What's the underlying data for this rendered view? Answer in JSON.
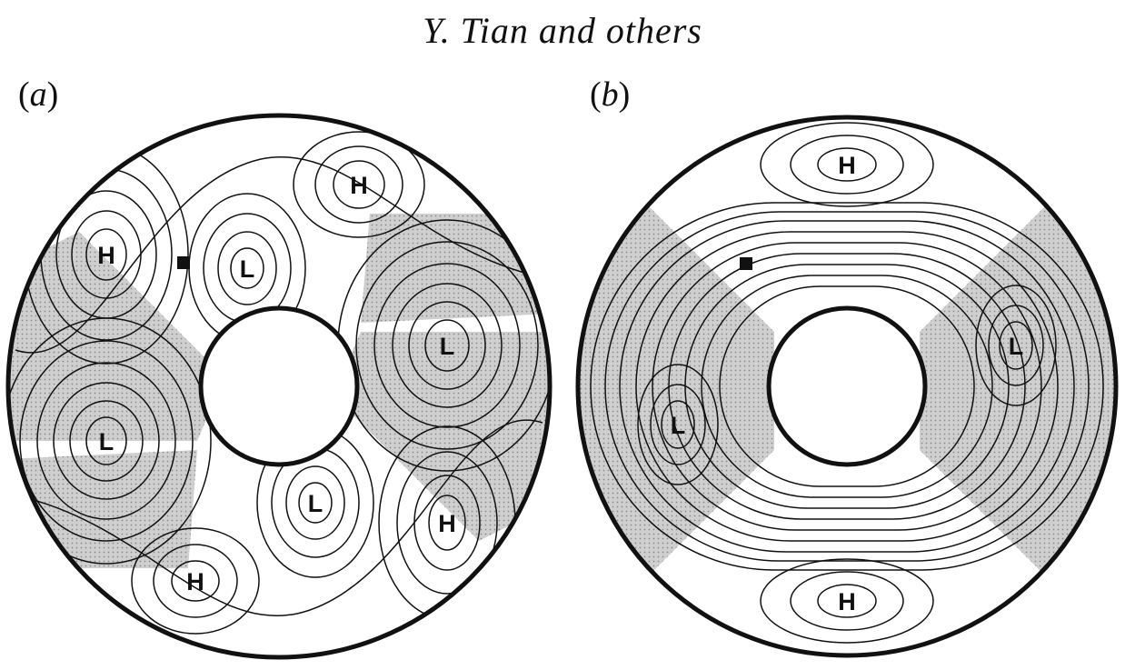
{
  "header": {
    "running_head": "Y. Tian and others"
  },
  "panels": [
    {
      "id": "a",
      "label_open": "(",
      "label_letter": "a",
      "label_close": ")",
      "extrema": [
        "H",
        "H",
        "L",
        "L",
        "L",
        "L",
        "H",
        "H"
      ]
    },
    {
      "id": "b",
      "label_open": "(",
      "label_letter": "b",
      "label_close": ")",
      "extrema": [
        "H",
        "L",
        "L",
        "H"
      ]
    }
  ],
  "colors": {
    "shading": "#c9c9c9",
    "line": "#111111",
    "background": "#ffffff"
  }
}
